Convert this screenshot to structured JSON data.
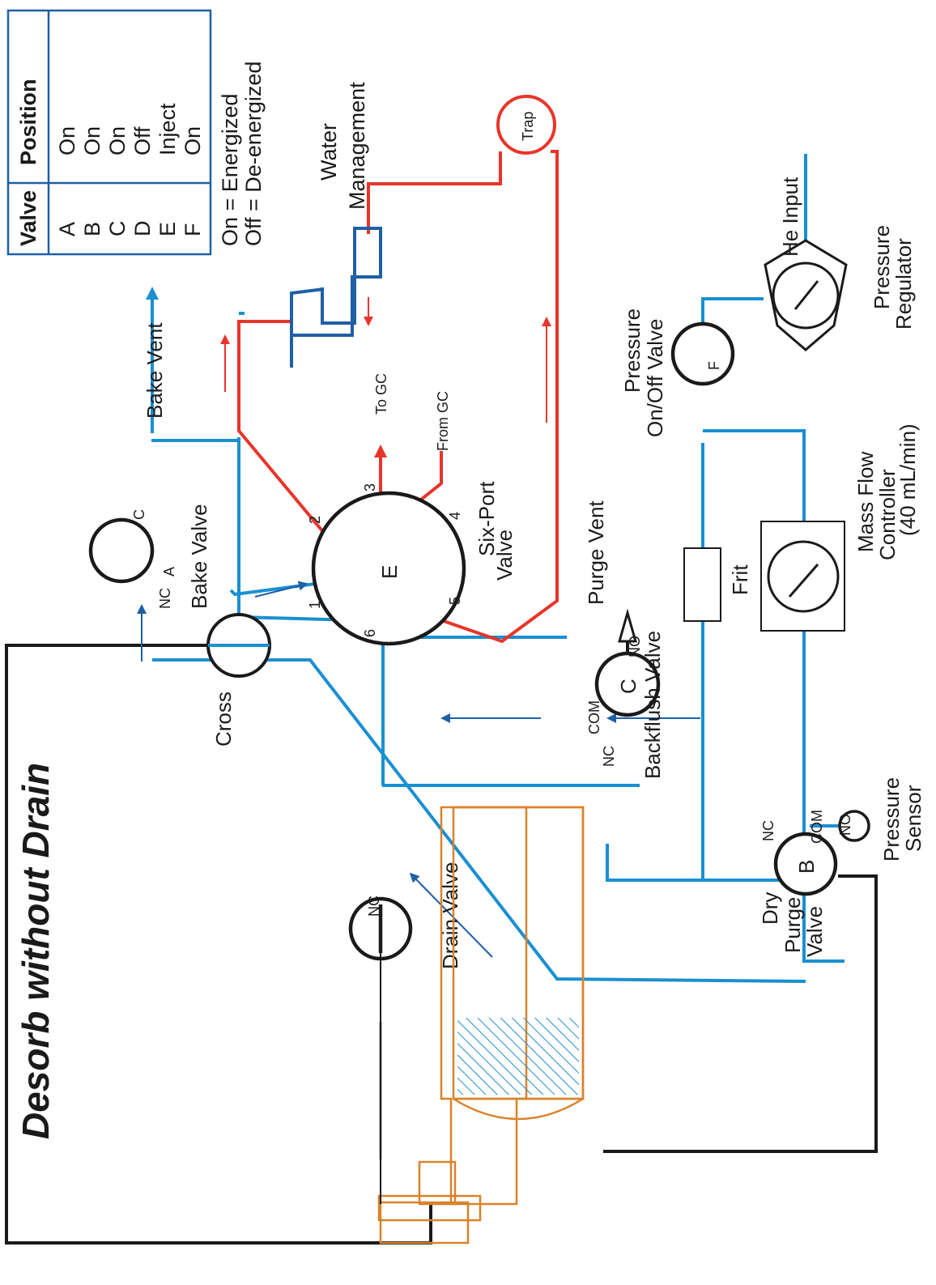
{
  "title": "Desorb without Drain",
  "legend_table": {
    "headers": [
      "Valve",
      "Position"
    ],
    "rows": [
      {
        "valve": "A",
        "position": "On"
      },
      {
        "valve": "B",
        "position": "On"
      },
      {
        "valve": "C",
        "position": "On"
      },
      {
        "valve": "D",
        "position": "Off"
      },
      {
        "valve": "E",
        "position": "Inject"
      },
      {
        "valve": "F",
        "position": "On"
      }
    ],
    "notes": [
      "On = Energized",
      "Off = De-energized"
    ]
  },
  "labels": {
    "water_management": [
      "Water",
      "Management"
    ],
    "trap": "Trap",
    "to_gc": "To GC",
    "from_gc": "From GC",
    "bake_vent": "Bake Vent",
    "bake_valve": "Bake Valve",
    "six_port": [
      "Six-Port",
      "Valve"
    ],
    "cross": "Cross",
    "purge_vent": "Purge Vent",
    "backflush": "Backflush Valve",
    "frit": "Frit",
    "mfc": [
      "Mass Flow",
      "Controller",
      "(40 mL/min)"
    ],
    "pressure_onoff": [
      "Pressure",
      "On/Off Valve"
    ],
    "pressure_regulator": [
      "Pressure",
      "Regulator"
    ],
    "he_input": "He Input",
    "pressure_sensor": [
      "Pressure",
      "Sensor"
    ],
    "drain_valve": "Drain Valve",
    "dry_purge": [
      "Dry",
      "Purge",
      "Valve"
    ]
  },
  "valves": {
    "bake": {
      "letter": "A",
      "port_c": "C",
      "port_nc": "NC"
    },
    "six_port": {
      "letter": "E",
      "ports": [
        "1",
        "2",
        "3",
        "4",
        "5",
        "6"
      ]
    },
    "backflush": {
      "letter": "C",
      "port_no": "NO",
      "port_com": "COM",
      "port_nc": "NC"
    },
    "pressure_onoff": {
      "letter": "F"
    },
    "drain": {
      "port_nc": "NC"
    },
    "dry_purge": {
      "letter": "B",
      "port_nc": "NC",
      "port_com": "COM",
      "port_no": "NO"
    }
  },
  "colors": {
    "purge_gas": "#1a8fd1",
    "sample_path": "#e8352b",
    "water_mgmt": "#1f5fa6",
    "sparger": "#d9822b",
    "drain_line": "#1a1a1a",
    "table_border": "#1f5fa6"
  }
}
